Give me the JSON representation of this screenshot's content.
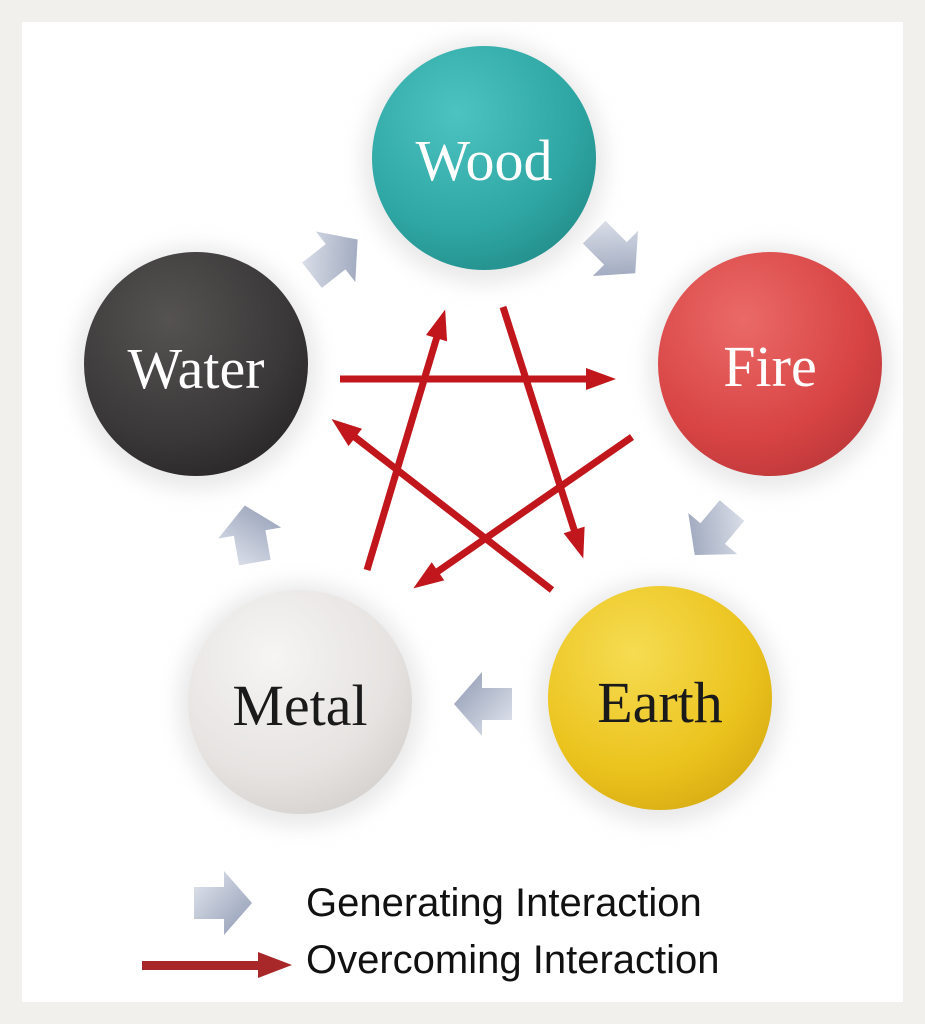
{
  "elements": {
    "wood": {
      "label": "Wood",
      "color": "#2fa9a6",
      "text_color": "#ffffff"
    },
    "fire": {
      "label": "Fire",
      "color": "#d94646",
      "text_color": "#ffffff"
    },
    "earth": {
      "label": "Earth",
      "color": "#ecc41e",
      "text_color": "#1a1a1a"
    },
    "metal": {
      "label": "Metal",
      "color": "#e7e4e2",
      "text_color": "#1a1a1a"
    },
    "water": {
      "label": "Water",
      "color": "#3a3838",
      "text_color": "#ffffff"
    }
  },
  "generating_cycle": [
    "Wood",
    "Fire",
    "Earth",
    "Metal",
    "Water"
  ],
  "overcoming_cycle": [
    "Wood",
    "Earth",
    "Water",
    "Fire",
    "Metal"
  ],
  "colors": {
    "generating_arrow": "#a9b3c8",
    "overcoming_arrow": "#c0161c",
    "legend_red": "#a8282a"
  },
  "legend": {
    "generating": "Generating Interaction",
    "overcoming": "Overcoming Interaction"
  }
}
